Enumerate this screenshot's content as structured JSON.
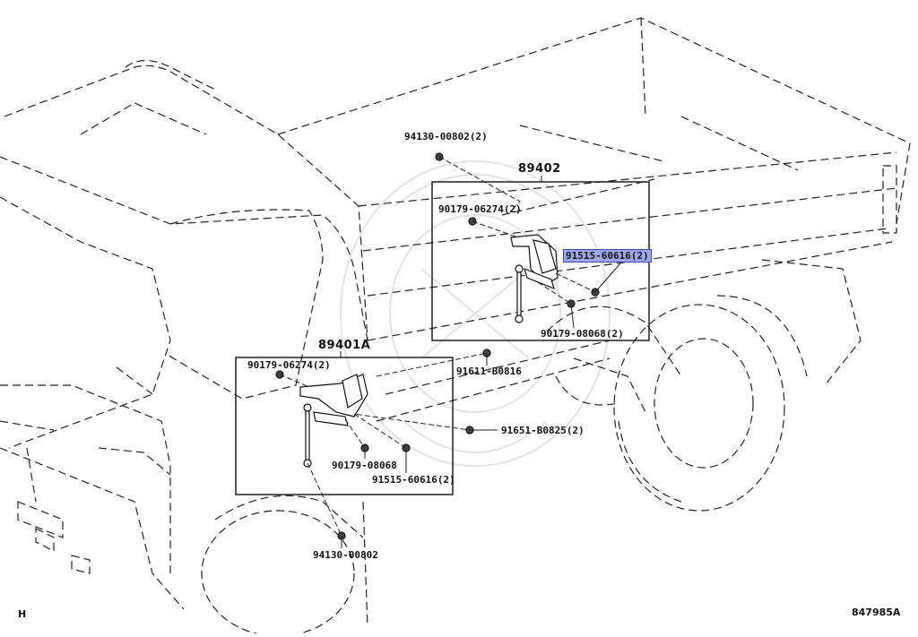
{
  "diagram": {
    "group_labels": {
      "upper": "89402",
      "lower": "89401A"
    },
    "callouts": [
      {
        "id": "c1",
        "text": "94130-00802(2)",
        "highlighted": false
      },
      {
        "id": "c2",
        "text": "90179-06274(2)",
        "highlighted": false
      },
      {
        "id": "c3",
        "text": "91515-60616(2)",
        "highlighted": true
      },
      {
        "id": "c4",
        "text": "90179-08068(2)",
        "highlighted": false
      },
      {
        "id": "c5",
        "text": "91611-B0816",
        "highlighted": false
      },
      {
        "id": "c6",
        "text": "90179-06274(2)",
        "highlighted": false
      },
      {
        "id": "c7",
        "text": "91651-B0825(2)",
        "highlighted": false
      },
      {
        "id": "c8",
        "text": "90179-08068",
        "highlighted": false
      },
      {
        "id": "c9",
        "text": "91515-60616(2)",
        "highlighted": false
      },
      {
        "id": "c10",
        "text": "94130-00802",
        "highlighted": false
      }
    ],
    "corner_left": "H",
    "corner_right": "847985A",
    "highlight_color": "#9da8ea"
  }
}
